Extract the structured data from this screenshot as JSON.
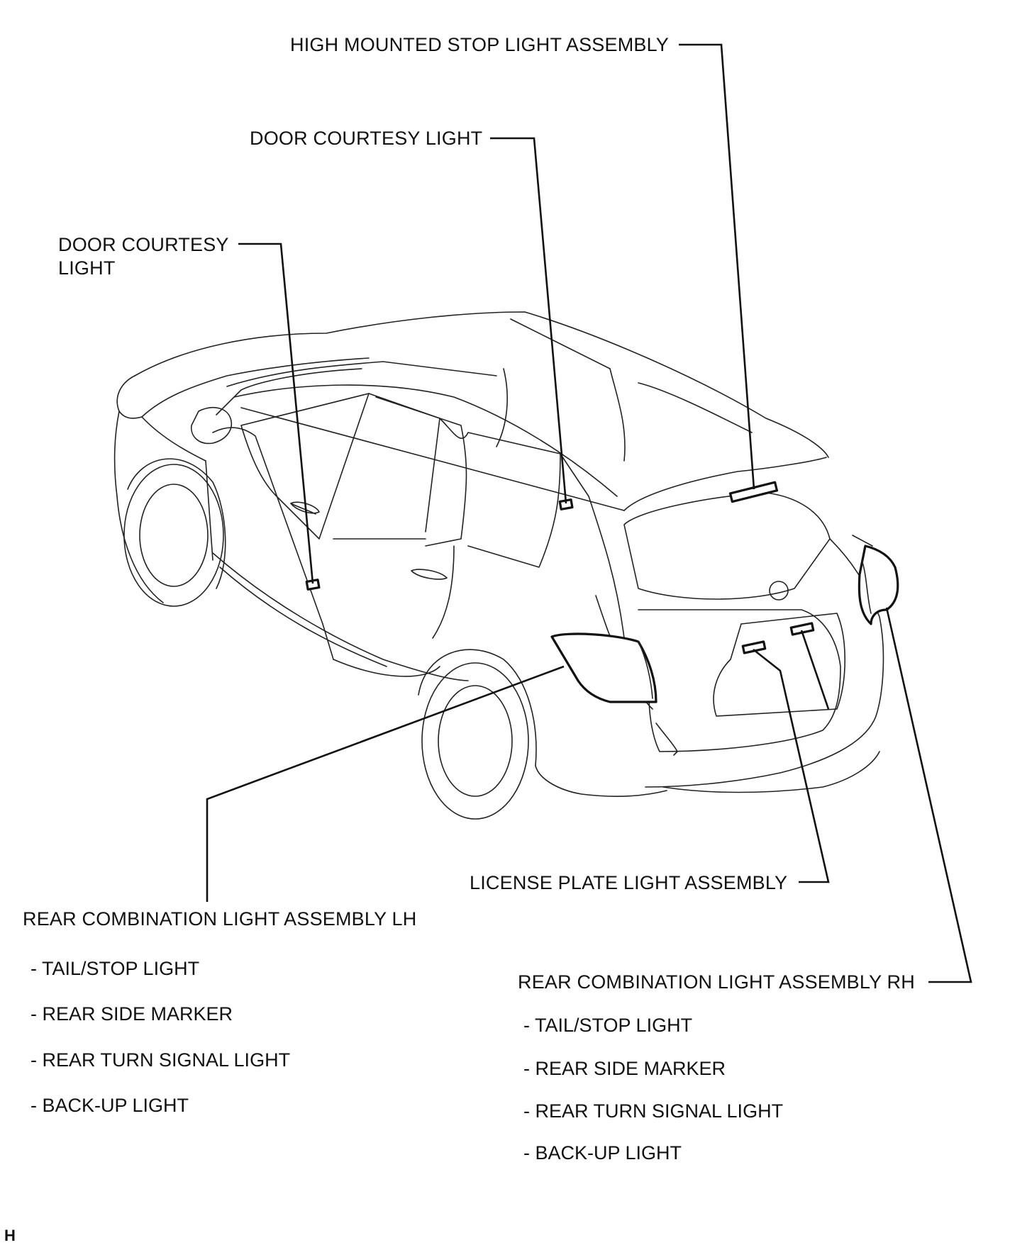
{
  "labels": {
    "high_mounted_stop": "HIGH MOUNTED STOP LIGHT ASSEMBLY",
    "door_courtesy_right": "DOOR COURTESY LIGHT",
    "door_courtesy_left_line1": "DOOR COURTESY",
    "door_courtesy_left_line2": "LIGHT",
    "license_plate": "LICENSE PLATE LIGHT ASSEMBLY",
    "rear_comb_lh": "REAR COMBINATION LIGHT ASSEMBLY LH",
    "rear_comb_rh": "REAR COMBINATION LIGHT ASSEMBLY RH"
  },
  "lh_items": [
    "- TAIL/STOP LIGHT",
    "- REAR SIDE MARKER",
    "- REAR TURN SIGNAL LIGHT",
    "- BACK-UP LIGHT"
  ],
  "rh_items": [
    "- TAIL/STOP LIGHT",
    "- REAR SIDE MARKER",
    "- REAR TURN SIGNAL LIGHT",
    "- BACK-UP LIGHT"
  ],
  "figure_code": "H"
}
